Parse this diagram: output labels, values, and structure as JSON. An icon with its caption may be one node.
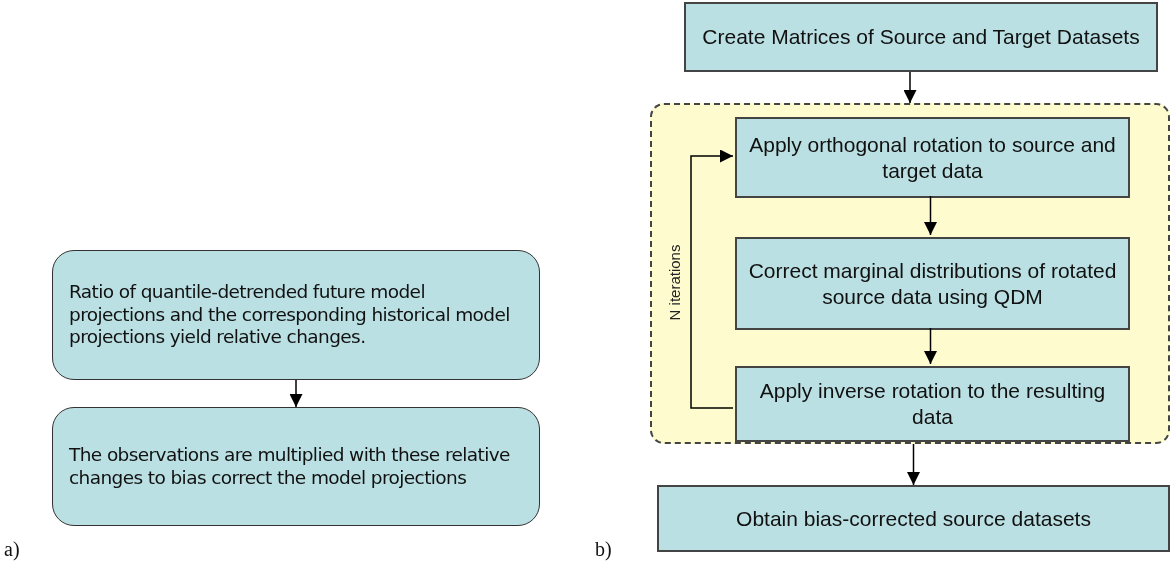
{
  "diagram": {
    "nodes": [
      {
        "text": [
          "Ratio of quantile-detrended future model projections and the corresponding historical model projections yield relative changes."
        ]
      },
      {
        "text": [
          "The observations are multiplied with these relative changes to bias correct the model projections"
        ]
      },
      {
        "text": [
          "Create Matrices of Source and Target Datasets"
        ]
      },
      {
        "text": [],
        "shape": "box"
      },
      {
        "text": [
          "Apply orthogonal rotation to source and target data"
        ],
        "in": 3
      },
      {
        "text": [
          "Correct marginal distributions of rotated source data using QDM"
        ],
        "in": 3
      },
      {
        "text": [
          "Apply inverse rotation to the resulting data"
        ],
        "in": 3
      },
      {
        "text": [
          "Obtain bias-corrected source datasets"
        ]
      }
    ],
    "edges": [
      {
        "from": 0,
        "to": 1,
        "arrow": "to"
      },
      {
        "from": 2,
        "to": 3,
        "arrow": "to"
      },
      {
        "from": 4,
        "to": 5,
        "arrow": "to"
      },
      {
        "from": 5,
        "to": 6,
        "arrow": "to"
      },
      {
        "from": 6,
        "to": 4,
        "arrow": "to",
        "label": "N iterations"
      },
      {
        "from": 3,
        "to": 7,
        "arrow": "to"
      }
    ],
    "labels": [
      "a)",
      "b)"
    ]
  }
}
